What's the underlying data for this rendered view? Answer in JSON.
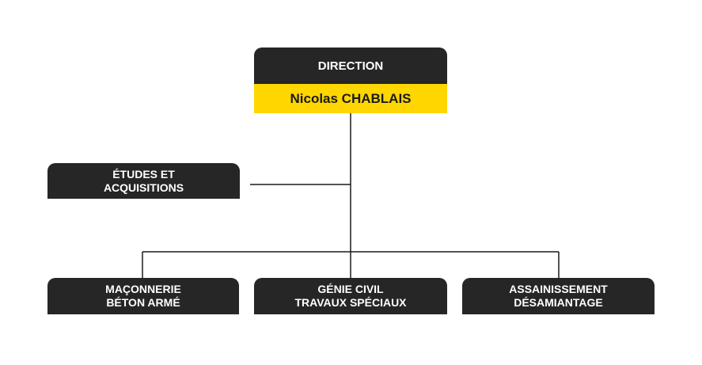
{
  "org_chart": {
    "director": {
      "title": "DIRECTION",
      "name": "Nicolas CHABLAIS"
    },
    "staff_unit": {
      "label": "ÉTUDES ET\nACQUISITIONS"
    },
    "departments": [
      {
        "label": "MAÇONNERIE\nBÉTON ARMÉ"
      },
      {
        "label": "GÉNIE CIVIL\nTRAVAUX SPÉCIAUX"
      },
      {
        "label": "ASSAINISSEMENT\nDÉSAMIANTAGE"
      }
    ]
  },
  "colors": {
    "box_background": "#262626",
    "box_text": "#ffffff",
    "highlight": "#FFD600",
    "connector": "#1a1a1a"
  }
}
